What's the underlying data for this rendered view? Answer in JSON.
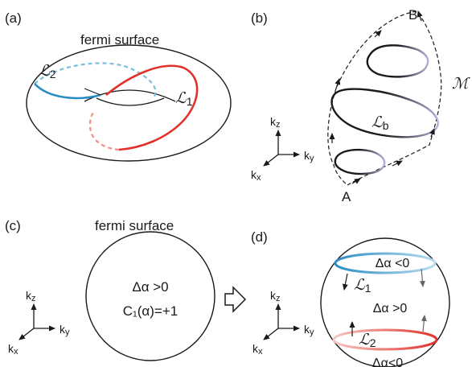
{
  "panels": {
    "a": {
      "label": "(a)",
      "title": "fermi surface",
      "loop1": {
        "script": "ℒ",
        "sub": "1"
      },
      "loop2": {
        "script": "ℒ",
        "sub": "2"
      }
    },
    "b": {
      "label": "(b)",
      "point_a": "A",
      "point_b": "B",
      "manifold": "ℳ",
      "loop_b": {
        "script": "ℒ",
        "sub": "b"
      },
      "axes": {
        "kz": "k",
        "kz_sub": "z",
        "ky": "k",
        "ky_sub": "y",
        "kx": "k",
        "kx_sub": "x"
      }
    },
    "c": {
      "label": "(c)",
      "title": "fermi surface",
      "gap_text": "Δα >0",
      "chern_text": "C₁(α)=+1",
      "axes": {
        "kz": "k",
        "kz_sub": "z",
        "ky": "k",
        "ky_sub": "y",
        "kx": "k",
        "kx_sub": "x"
      }
    },
    "d": {
      "label": "(d)",
      "gap_top": "Δα <0",
      "gap_mid": "Δα >0",
      "gap_bottom": "Δα<0",
      "loop1": {
        "script": "ℒ",
        "sub": "1"
      },
      "loop2": {
        "script": "ℒ",
        "sub": "2"
      },
      "axes": {
        "kz": "k",
        "kz_sub": "z",
        "ky": "k",
        "ky_sub": "y",
        "kx": "k",
        "kx_sub": "x"
      }
    }
  },
  "colors": {
    "red": "#e2312b",
    "blue": "#2a8cc4",
    "light_blue": "#7bbde0",
    "lavender": "#b6aed6",
    "ink": "#1a1a1a"
  }
}
